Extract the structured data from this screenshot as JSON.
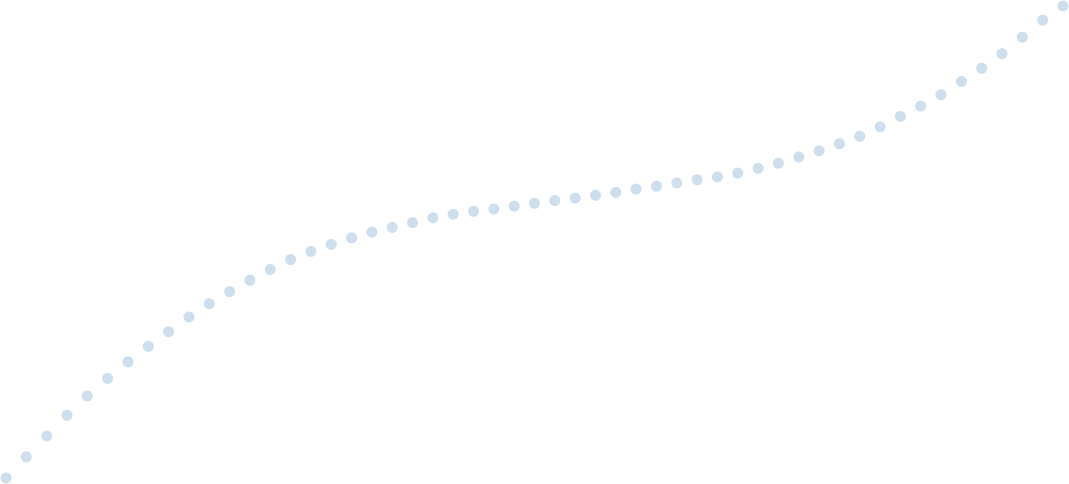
{
  "chart_data": {
    "type": "scatter",
    "grid": false,
    "axes_visible": false,
    "legend": "none",
    "colors": {
      "point": "#cfdeec",
      "background": "#ffffff"
    },
    "x": [
      0,
      1,
      2,
      3,
      4,
      5,
      6,
      7,
      8,
      9,
      10,
      11,
      12,
      13,
      14,
      15,
      16,
      17,
      18,
      19,
      20,
      21,
      22,
      23,
      24,
      25,
      26,
      27,
      28,
      29,
      30,
      31,
      32,
      33,
      34,
      35,
      36,
      37,
      38,
      39,
      40,
      41,
      42,
      43,
      44,
      45,
      46,
      47,
      48,
      49,
      50,
      51,
      52
    ],
    "y": [
      0.0,
      4.5,
      8.9,
      13.3,
      17.4,
      21.1,
      24.6,
      27.9,
      31.0,
      34.1,
      36.9,
      39.5,
      41.9,
      44.2,
      46.3,
      48.0,
      49.5,
      50.9,
      52.1,
      53.1,
      54.1,
      55.1,
      55.9,
      56.5,
      57.0,
      57.6,
      58.2,
      58.8,
      59.3,
      59.9,
      60.5,
      61.2,
      61.8,
      62.5,
      63.2,
      63.8,
      64.6,
      65.6,
      66.7,
      68.0,
      69.3,
      70.8,
      72.4,
      74.4,
      76.6,
      78.8,
      81.2,
      84.0,
      86.8,
      89.9,
      93.4,
      97.0,
      100.0
    ],
    "xlim": [
      0,
      52
    ],
    "ylim": [
      0,
      100
    ]
  }
}
